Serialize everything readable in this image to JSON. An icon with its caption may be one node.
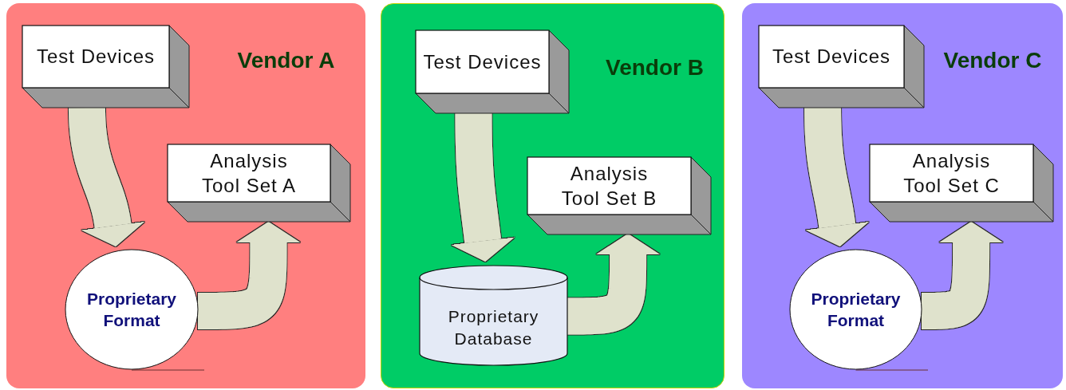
{
  "diagram": {
    "nodes": [
      {
        "text": [
          "Vendor A"
        ]
      },
      {
        "text": [
          "Test Devices"
        ],
        "in": 0
      },
      {
        "text": [
          "Analysis Tool Set A"
        ],
        "in": 0
      },
      {
        "text": [
          "Proprietary Format"
        ],
        "in": 0
      },
      {
        "text": [
          "Vendor B"
        ]
      },
      {
        "text": [
          "Test Devices"
        ],
        "in": 4
      },
      {
        "text": [
          "Analysis Tool Set B"
        ],
        "in": 4
      },
      {
        "text": [
          "Proprietary Database"
        ],
        "in": 4
      },
      {
        "text": [
          "Vendor C"
        ]
      },
      {
        "text": [
          "Test Devices"
        ],
        "in": 8
      },
      {
        "text": [
          "Analysis Tool Set C"
        ],
        "in": 8
      },
      {
        "text": [
          "Proprietary Format"
        ],
        "in": 8
      }
    ],
    "edges": [
      {
        "from": 1,
        "to": 3,
        "arrow": "to"
      },
      {
        "from": 3,
        "to": 2,
        "arrow": "to"
      },
      {
        "from": 5,
        "to": 7,
        "arrow": "to"
      },
      {
        "from": 7,
        "to": 6,
        "arrow": "to"
      },
      {
        "from": 9,
        "to": 11,
        "arrow": "to"
      },
      {
        "from": 11,
        "to": 10,
        "arrow": "to"
      }
    ]
  }
}
